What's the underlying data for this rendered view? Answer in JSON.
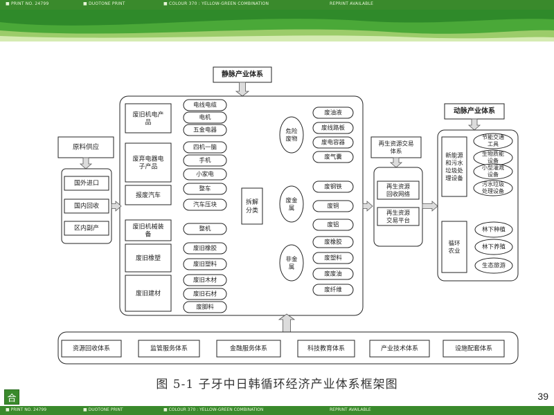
{
  "header_strip": {
    "print_no": "■ PRINT NO. 24799",
    "duotone": "■ DUOTONE PRINT",
    "colour": "■ COLOUR 370 : YELLOW-GREEN COMBINATION",
    "reprint": "REPRINT AVAILABLE"
  },
  "footer_strip": {
    "print_no": "■ PRINT NO. 24799",
    "duotone": "■ DUOTONE PRINT",
    "colour": "■ COLOUR 370 : YELLOW-GREEN COMBINATION",
    "reprint": "REPRINT AVAILABLE"
  },
  "logo_glyph": "合",
  "page_number": "39",
  "caption": "图 5-1   子牙中日韩循环经济产业体系框架图",
  "diagram": {
    "static_title": "静脉产业体系",
    "dynamic_title": "动脉产业体系",
    "raw_supply": "原料供应",
    "sources": [
      "国外进口",
      "国内回收",
      "区内副产"
    ],
    "categories": [
      {
        "label": "废旧机电产品",
        "items": [
          "电线电缆",
          "电机",
          "五金电器"
        ]
      },
      {
        "label": "废弃电器电子产品",
        "items": [
          "四机一脑",
          "手机",
          "小家电"
        ]
      },
      {
        "label": "报废汽车",
        "items": [
          "整车",
          "汽车压块"
        ]
      },
      {
        "label": "废旧机械装备",
        "items": [
          "整机"
        ]
      },
      {
        "label": "废旧橡塑",
        "items": [
          "废旧橡胶",
          "废旧塑料"
        ]
      },
      {
        "label": "废旧建材",
        "items": [
          "废旧木材",
          "废旧石材",
          "废脚料"
        ]
      }
    ],
    "dismantle": "拆解分类",
    "groups": [
      {
        "label": "危险废物",
        "items": [
          "废油液",
          "废线路板",
          "废电容器",
          "废气囊"
        ]
      },
      {
        "label": "废金属",
        "items": [
          "废钢铁",
          "废铜",
          "废铝"
        ]
      },
      {
        "label": "非金属",
        "items": [
          "废橡胶",
          "废塑料",
          "废废油",
          "废纤维"
        ]
      }
    ],
    "trade_title": "再生资源交易体系",
    "trade_items": [
      "再生资源回收网络",
      "再生资源交易平台"
    ],
    "new_energy_label": "新能源和污水垃圾处理设备",
    "new_energy_items": [
      "节能交通工具",
      "生物质能设备",
      "小型灌溉设备",
      "污水垃圾处理设备"
    ],
    "eco_agri_label": "循环农业",
    "eco_agri_items": [
      "林下种植",
      "林下养殖",
      "生态旅游"
    ],
    "support_systems": [
      "资源回收体系",
      "监管服务体系",
      "金融服务体系",
      "科技教育体系",
      "产业技术体系",
      "设施配套体系"
    ]
  },
  "colors": {
    "strip_green": "#3a8a2c",
    "banner_green": "#2f8a2a",
    "arrow_gray": "#cccccc",
    "line_dark": "#222222"
  }
}
